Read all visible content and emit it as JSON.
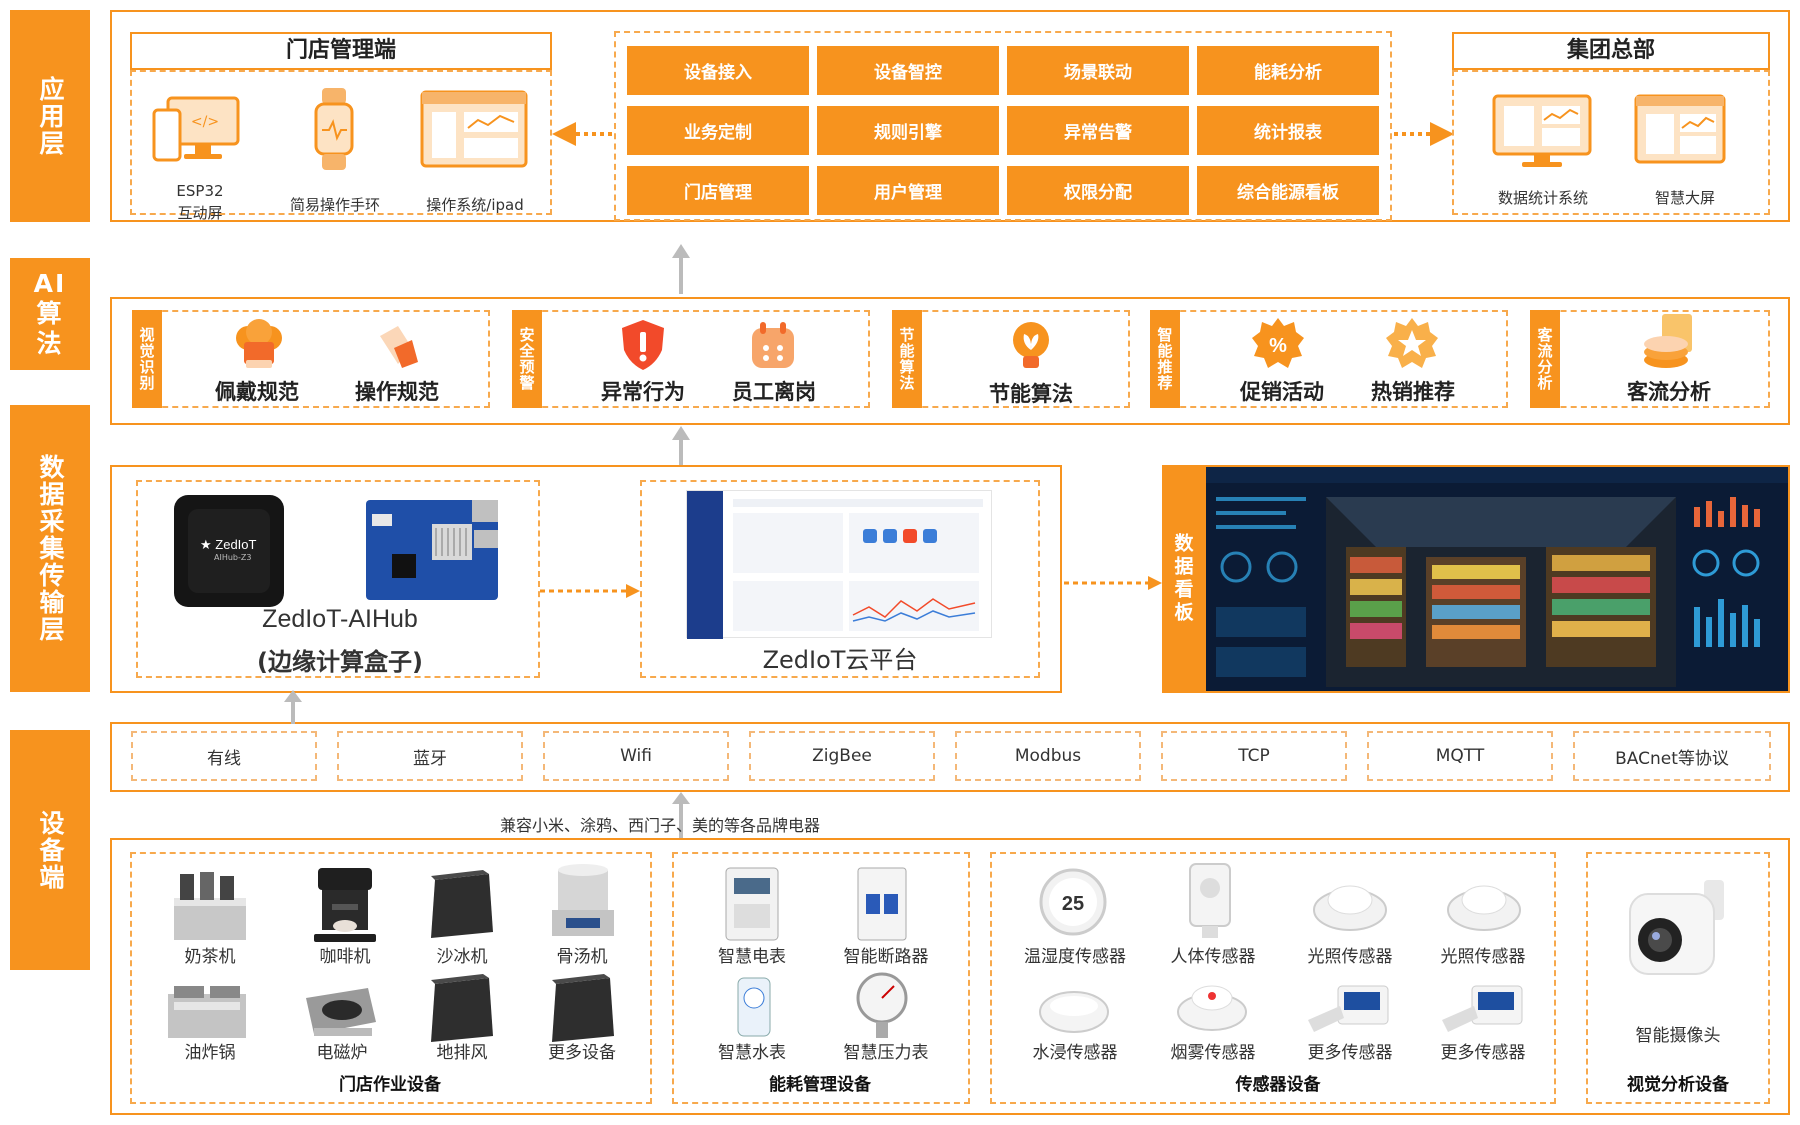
{
  "layers": {
    "app": "应用层",
    "ai": [
      "AI",
      "算",
      "法"
    ],
    "data": "数据采集传输层",
    "device": "设备端"
  },
  "app": {
    "store_title": "门店管理端",
    "store_items": [
      {
        "icon": "responsive-screen-icon",
        "label": "ESP32\n互动屏"
      },
      {
        "icon": "smart-band-icon",
        "label": "简易操作手环"
      },
      {
        "icon": "dashboard-window-icon",
        "label": "操作系统/ipad"
      }
    ],
    "features": [
      "设备接入",
      "设备智控",
      "场景联动",
      "能耗分析",
      "业务定制",
      "规则引擎",
      "异常告警",
      "统计报表",
      "门店管理",
      "用户管理",
      "权限分配",
      "综合能源看板"
    ],
    "hq_title": "集团总部",
    "hq_items": [
      {
        "icon": "monitor-stats-icon",
        "label": "数据统计系统"
      },
      {
        "icon": "big-screen-icon",
        "label": "智慧大屏"
      }
    ]
  },
  "ai": {
    "groups": [
      {
        "tag": "视觉识别",
        "items": [
          "佩戴规范",
          "操作规范"
        ]
      },
      {
        "tag": "安全预警",
        "items": [
          "异常行为",
          "员工离岗"
        ]
      },
      {
        "tag": "节能算法",
        "items": [
          "节能算法"
        ]
      },
      {
        "tag": "智能推荐",
        "items": [
          "促销活动",
          "热销推荐"
        ]
      },
      {
        "tag": "客流分析",
        "items": [
          "客流分析"
        ]
      }
    ]
  },
  "data_layer": {
    "hub_device": "ZedIoT",
    "hub_model": "AIHub-Z3",
    "hub_label_1": "ZedIoT-AIHub",
    "hub_label_2": "(边缘计算盒子)",
    "cloud_label": "ZedIoT云平台",
    "board_tag": "数据看板",
    "protocols": [
      "有线",
      "蓝牙",
      "Wifi",
      "ZigBee",
      "Modbus",
      "TCP",
      "MQTT",
      "BACnet等协议"
    ],
    "compat_note": "兼容小米、涂鸦、西门子、美的等各品牌电器"
  },
  "devices": {
    "store_ops": {
      "title": "门店作业设备",
      "items": [
        "奶茶机",
        "咖啡机",
        "沙冰机",
        "骨汤机",
        "油炸锅",
        "电磁炉",
        "地排风",
        "更多设备"
      ]
    },
    "energy": {
      "title": "能耗管理设备",
      "items": [
        "智慧电表",
        "智能断路器",
        "智慧水表",
        "智慧压力表"
      ]
    },
    "sensors": {
      "title": "传感器设备",
      "items": [
        "温湿度传感器",
        "人体传感器",
        "光照传感器",
        "光照传感器",
        "水浸传感器",
        "烟雾传感器",
        "更多传感器",
        "更多传感器"
      ]
    },
    "vision": {
      "title": "视觉分析设备",
      "items": [
        "智能摄像头"
      ]
    }
  },
  "colors": {
    "accent": "#f7931e",
    "dash": "#f7a94d",
    "arrow": "#bbbbbb"
  }
}
